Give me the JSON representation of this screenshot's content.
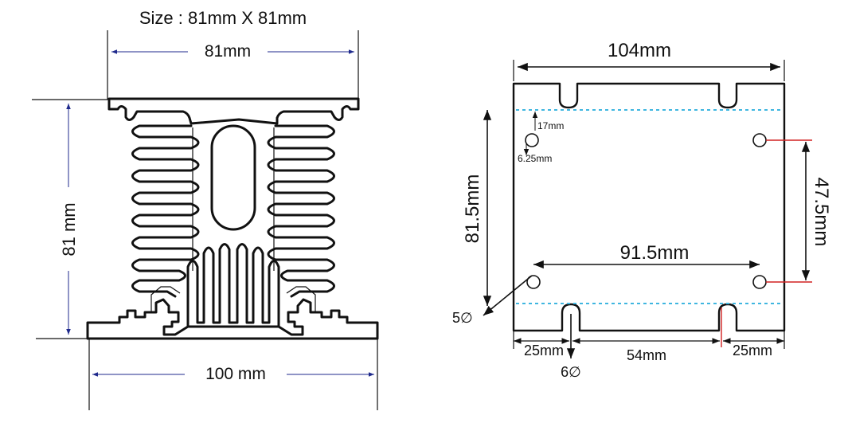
{
  "heatsink": {
    "size_label": "Size : 81mm X 81mm",
    "width_label": "81mm",
    "height_label": "81 mm",
    "base_label": "100 mm"
  },
  "mounting_plate": {
    "width_label": "104mm",
    "height_label": "81.5mm",
    "hole_offset_label": "17mm",
    "hole_inset_label": "6.25mm",
    "hole_spacing_label": "91.5mm",
    "vertical_spacing_label": "47.5mm",
    "hole_diameter_label": "5∅",
    "slot_diameter_label": "6∅",
    "left_margin_label": "25mm",
    "slot_spacing_label": "54mm",
    "right_margin_label": "25mm"
  },
  "colors": {
    "outline": "#111111",
    "dimension_line": "#1f2a8c",
    "red_guide": "#d22222",
    "cyan_guide": "#3fb6e0"
  }
}
